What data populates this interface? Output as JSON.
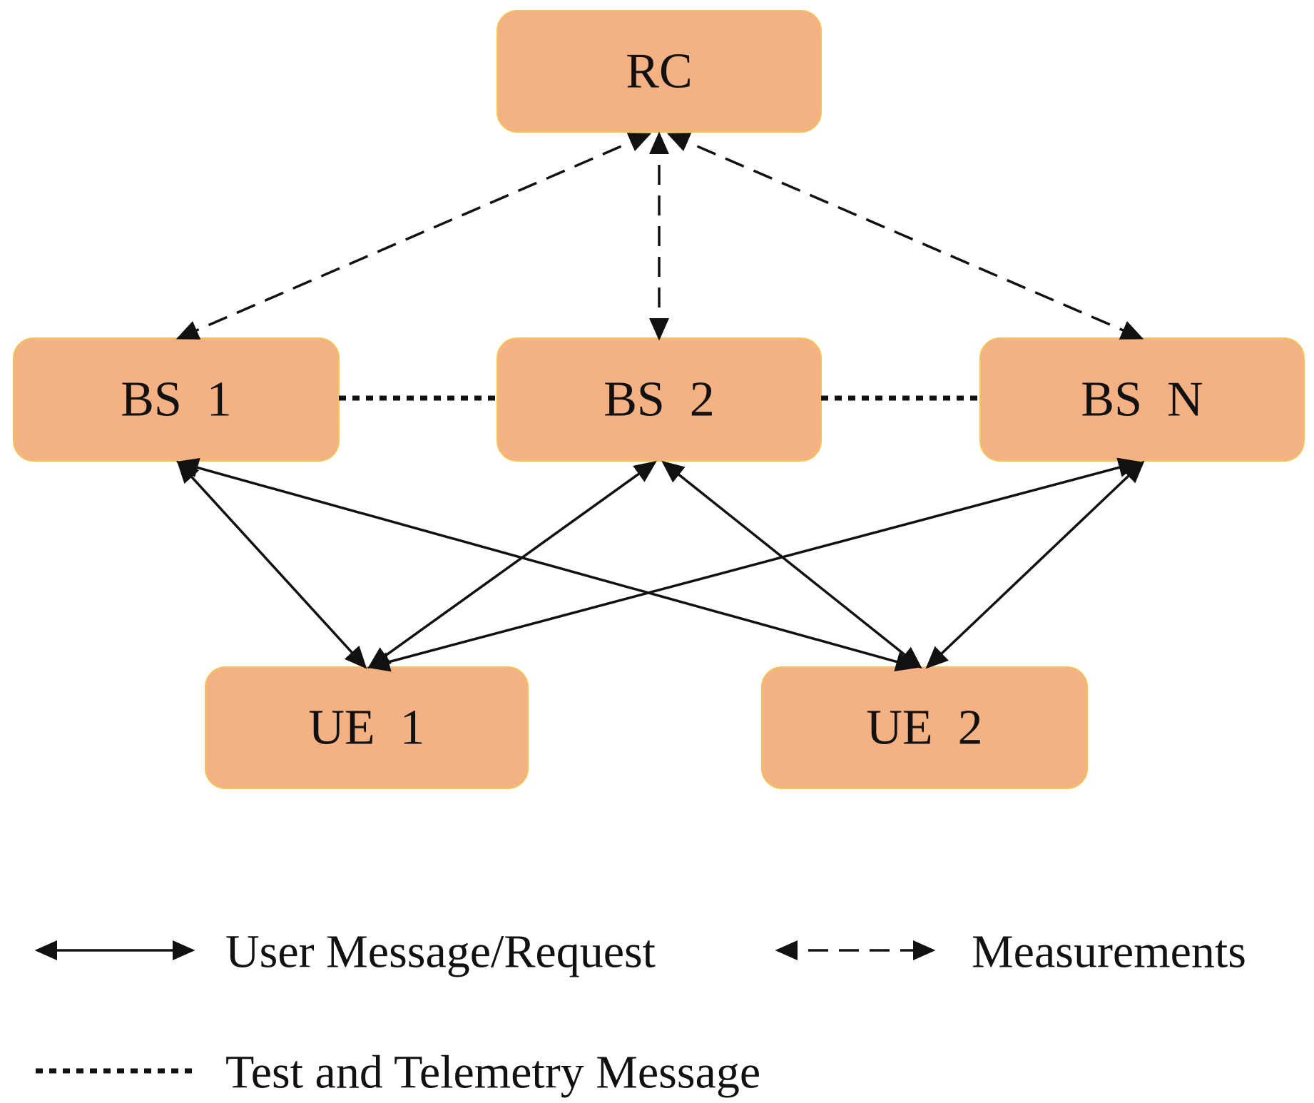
{
  "nodes": {
    "rc": "RC",
    "bs1": "BS  1",
    "bs2": "BS  2",
    "bsn": "BS  N",
    "ue1": "UE  1",
    "ue2": "UE  2"
  },
  "legend": {
    "solid": "User Message/Request",
    "dashed": "Measurements",
    "dotted": "Test and Telemetry Message"
  },
  "colors": {
    "node_fill": "#f4b183",
    "node_border": "#f2c45a",
    "line": "#111111"
  }
}
